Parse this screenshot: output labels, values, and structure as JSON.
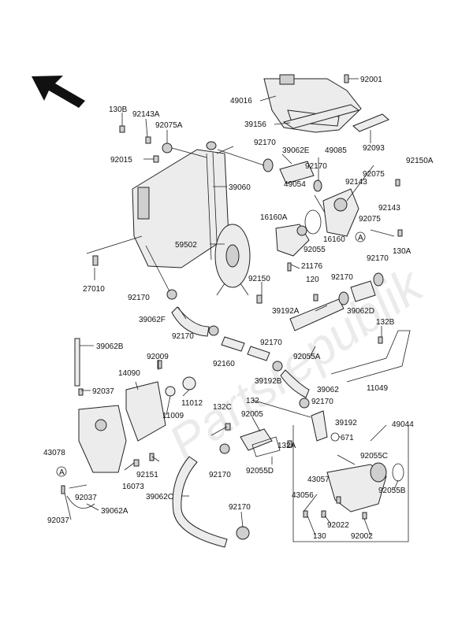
{
  "watermark": "Partsrepublik",
  "callout_marker": "A",
  "labels": {
    "p92001": "92001",
    "p49016": "49016",
    "p39156": "39156",
    "p92093": "92093",
    "p130B": "130B",
    "p92143A": "92143A",
    "p92075A": "92075A",
    "p92015": "92015",
    "p39060": "39060",
    "p92170a": "92170",
    "p39062E": "39062E",
    "p49085": "49085",
    "p92170b": "92170",
    "p92075a": "92075",
    "p92150A": "92150A",
    "p92143a": "92143",
    "p49054": "49054",
    "p92143b": "92143",
    "p92075b": "92075",
    "p16160A": "16160A",
    "p16160": "16160",
    "p92055": "92055",
    "p130A": "130A",
    "p59502": "59502",
    "p21176": "21176",
    "p27010": "27010",
    "p92150": "92150",
    "p92170c": "92170",
    "p120": "120",
    "p92170d": "92170",
    "p92170e": "92170",
    "p39062D": "39062D",
    "p39062F": "39062F",
    "p39192A": "39192A",
    "p132B": "132B",
    "p92170f": "92170",
    "p39062B": "39062B",
    "p92160": "92160",
    "p92170g": "92170",
    "p92055A": "92055A",
    "p92009": "92009",
    "p14090": "14090",
    "p39192B": "39192B",
    "p39062": "39062",
    "p11049": "11049",
    "p92037a": "92037",
    "p11012": "11012",
    "p11009": "11009",
    "p132": "132",
    "p92170h": "92170",
    "p132C": "132C",
    "p92005": "92005",
    "p39192": "39192",
    "p49044": "49044",
    "p671": "671",
    "p43078": "43078",
    "p92055C": "92055C",
    "p132A": "132A",
    "p92151": "92151",
    "p16073": "16073",
    "p92170i": "92170",
    "p92055D": "92055D",
    "p43057": "43057",
    "p92055B": "92055B",
    "p92037b": "92037",
    "p39062C": "39062C",
    "p43056": "43056",
    "p92037c": "92037",
    "p39062A": "39062A",
    "p92170j": "92170",
    "p92022": "92022",
    "p130": "130",
    "p92002": "92002"
  }
}
